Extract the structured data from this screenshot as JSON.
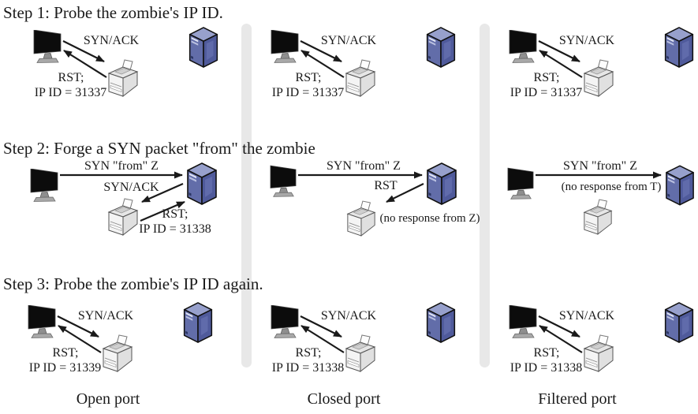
{
  "page": {
    "step1_title": "Step 1: Probe the zombie's IP ID.",
    "step2_title": "Step 2: Forge a SYN packet \"from\" the zombie",
    "step3_title": "Step 3: Probe the zombie's IP ID again.",
    "footers": {
      "open": "Open port",
      "closed": "Closed port",
      "filtered": "Filtered port"
    }
  },
  "panels": {
    "step1_open": {
      "probe_label": "SYN/ACK",
      "reply_label": "RST;",
      "ipid_label": "IP ID = 31337"
    },
    "step1_closed": {
      "probe_label": "SYN/ACK",
      "reply_label": "RST;",
      "ipid_label": "IP ID = 31337"
    },
    "step1_filtered": {
      "probe_label": "SYN/ACK",
      "reply_label": "RST;",
      "ipid_label": "IP ID = 31337"
    },
    "step2_open": {
      "syn_label": "SYN \"from\" Z",
      "synack_label": "SYN/ACK",
      "reply_label": "RST;",
      "ipid_label": "IP ID = 31338"
    },
    "step2_closed": {
      "syn_label": "SYN \"from\" Z",
      "rst_label": "RST",
      "note_label": "(no response from Z)"
    },
    "step2_filtered": {
      "syn_label": "SYN \"from\" Z",
      "note_label": "(no response from T)"
    },
    "step3_open": {
      "probe_label": "SYN/ACK",
      "reply_label": "RST;",
      "ipid_label": "IP ID = 31339"
    },
    "step3_closed": {
      "probe_label": "SYN/ACK",
      "reply_label": "RST;",
      "ipid_label": "IP ID = 31338"
    },
    "step3_filtered": {
      "probe_label": "SYN/ACK",
      "reply_label": "RST;",
      "ipid_label": "IP ID = 31338"
    }
  },
  "icons": {
    "attacker": "monitor-icon",
    "zombie": "printer-icon",
    "target": "server-icon"
  },
  "colors": {
    "server_blue_top": "#97a0cc",
    "server_blue_front": "#626da9",
    "server_blue_side": "#4f5a9b",
    "separator_gray": "#e8e8e8",
    "text": "#1a1a1a",
    "background": "#ffffff"
  }
}
